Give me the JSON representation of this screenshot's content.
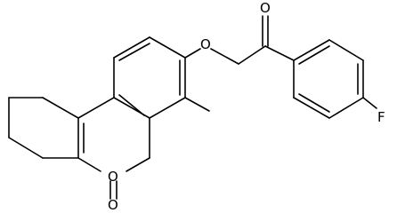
{
  "atoms": {
    "O_carbonyl_ketone": "O",
    "O_ether": "O",
    "F": "F",
    "O_ring": "O",
    "O_carbonyl_lactone": "O"
  },
  "colors": {
    "stroke": "#000000",
    "background": "#ffffff"
  }
}
